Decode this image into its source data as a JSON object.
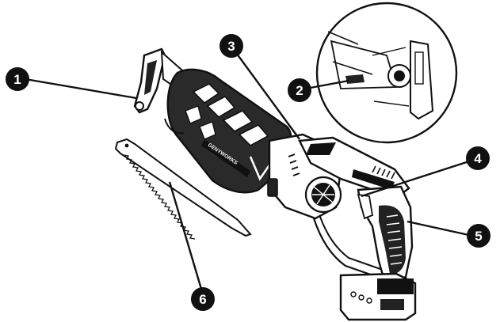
{
  "figure": {
    "brand_mark": "GENYWORKS",
    "ink_color": "#111111",
    "background_color": "#ffffff",
    "callouts": [
      {
        "number": "1"
      },
      {
        "number": "2"
      },
      {
        "number": "3"
      },
      {
        "number": "4"
      },
      {
        "number": "5"
      },
      {
        "number": "6"
      }
    ]
  }
}
